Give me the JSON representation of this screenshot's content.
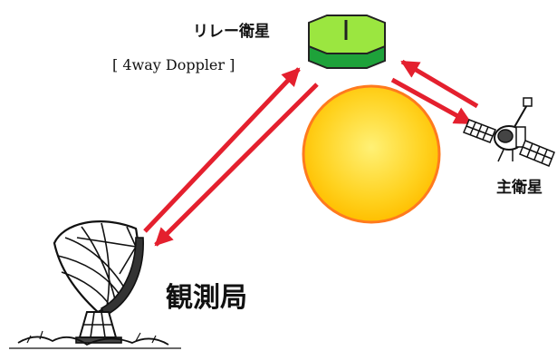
{
  "labels": {
    "relay_satellite": "リレー衛星",
    "mode": "[ 4way Doppler ]",
    "main_satellite": "主衛星",
    "ground_station": "観測局"
  },
  "colors": {
    "link_arrow": "#e4202e",
    "sun_fill": "#ffd21f",
    "sun_outline": "#ff7a1e",
    "relay_body": "#9be640",
    "relay_base": "#1ea23a",
    "relay_outline": "#222222"
  },
  "icons": {
    "relay_satellite": "hexagonal-satellite-icon",
    "main_satellite": "spacecraft-icon",
    "ground_station": "dish-antenna-icon",
    "sun": "sun-icon"
  }
}
